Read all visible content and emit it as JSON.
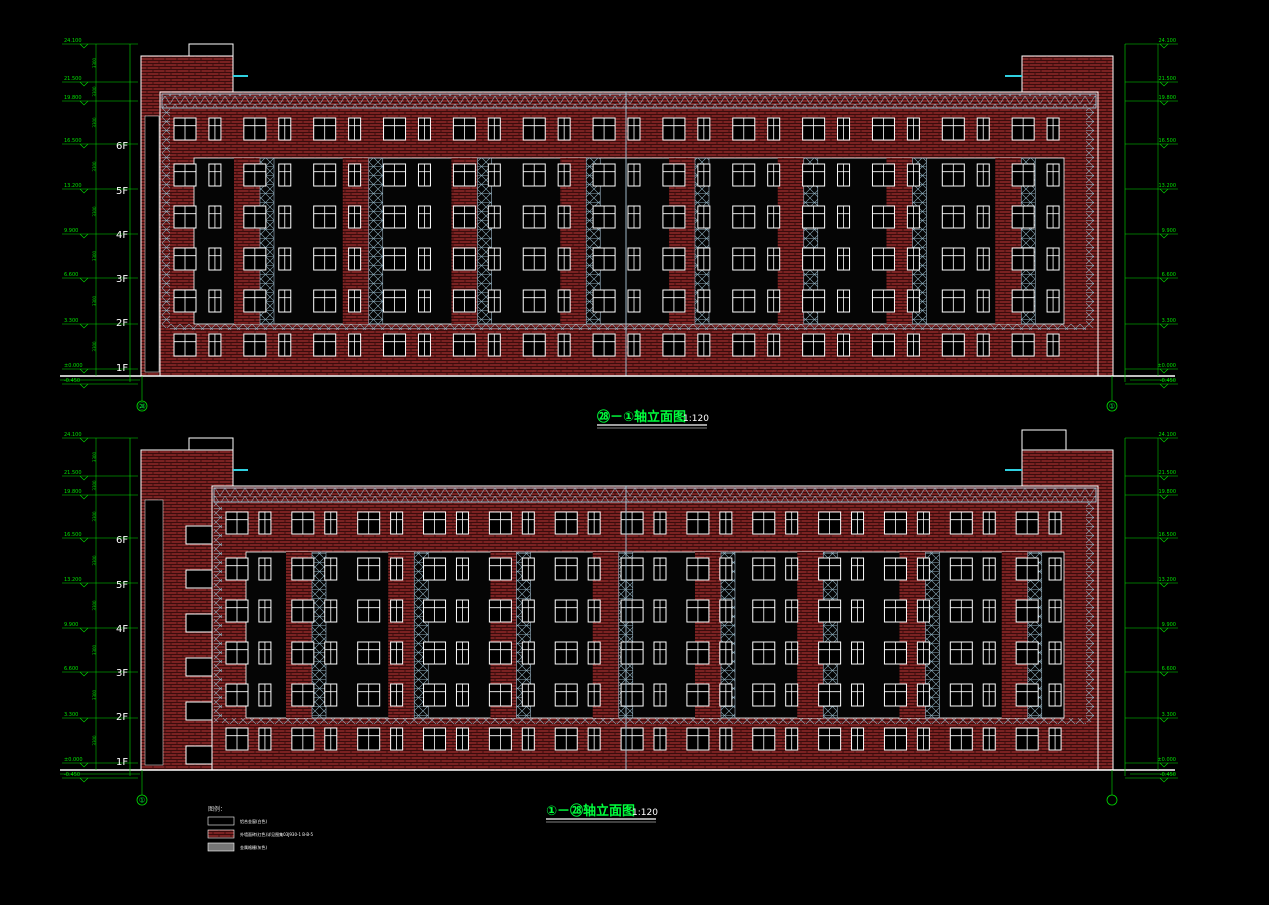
{
  "colors": {
    "background": "#000000",
    "dimension": "#00e000",
    "brick": "#8a2a2a",
    "mortar": "#3a1010",
    "truss": "#9fb8c8",
    "window": "#ffffff",
    "title": "#00ff3c"
  },
  "elevations": [
    {
      "title": "㉘－①轴立面图",
      "scale": "1:120",
      "axis_left": "㉘",
      "axis_right": "①",
      "levels_left": [
        "24.100",
        "21.500",
        "19.800",
        "16.500",
        "13.200",
        "9.900",
        "6.600",
        "3.300",
        "±0.000",
        "-0.450"
      ],
      "levels_right": [
        "24.100",
        "21.500",
        "19.800",
        "16.500",
        "13.200",
        "9.900",
        "6.600",
        "3.300",
        "±0.000",
        "-0.450"
      ],
      "floors": [
        "6F",
        "5F",
        "4F",
        "3F",
        "2F",
        "1F"
      ],
      "floor_height_dim": "3300"
    },
    {
      "title": "①－㉘轴立面图",
      "scale": "1:120",
      "axis_left": "①",
      "axis_right": "",
      "levels_left": [
        "24.100",
        "21.500",
        "19.800",
        "16.500",
        "13.200",
        "9.900",
        "6.600",
        "3.300",
        "±0.000",
        "-0.450"
      ],
      "levels_right": [
        "24.100",
        "21.500",
        "19.800",
        "16.500",
        "13.200",
        "9.900",
        "6.600",
        "3.300",
        "±0.000",
        "-0.450"
      ],
      "floors": [
        "6F",
        "5F",
        "4F",
        "3F",
        "2F",
        "1F"
      ],
      "floor_height_dim": "3300"
    }
  ],
  "legend": {
    "heading": "图例：",
    "items": [
      {
        "swatch": "plain",
        "text": "铝合金窗(白色)"
      },
      {
        "swatch": "brick",
        "text": "外墙面砖(红色)详见图集03J930-1 B-B-5"
      },
      {
        "swatch": "grey",
        "text": "金属格栅(灰色)"
      }
    ]
  }
}
